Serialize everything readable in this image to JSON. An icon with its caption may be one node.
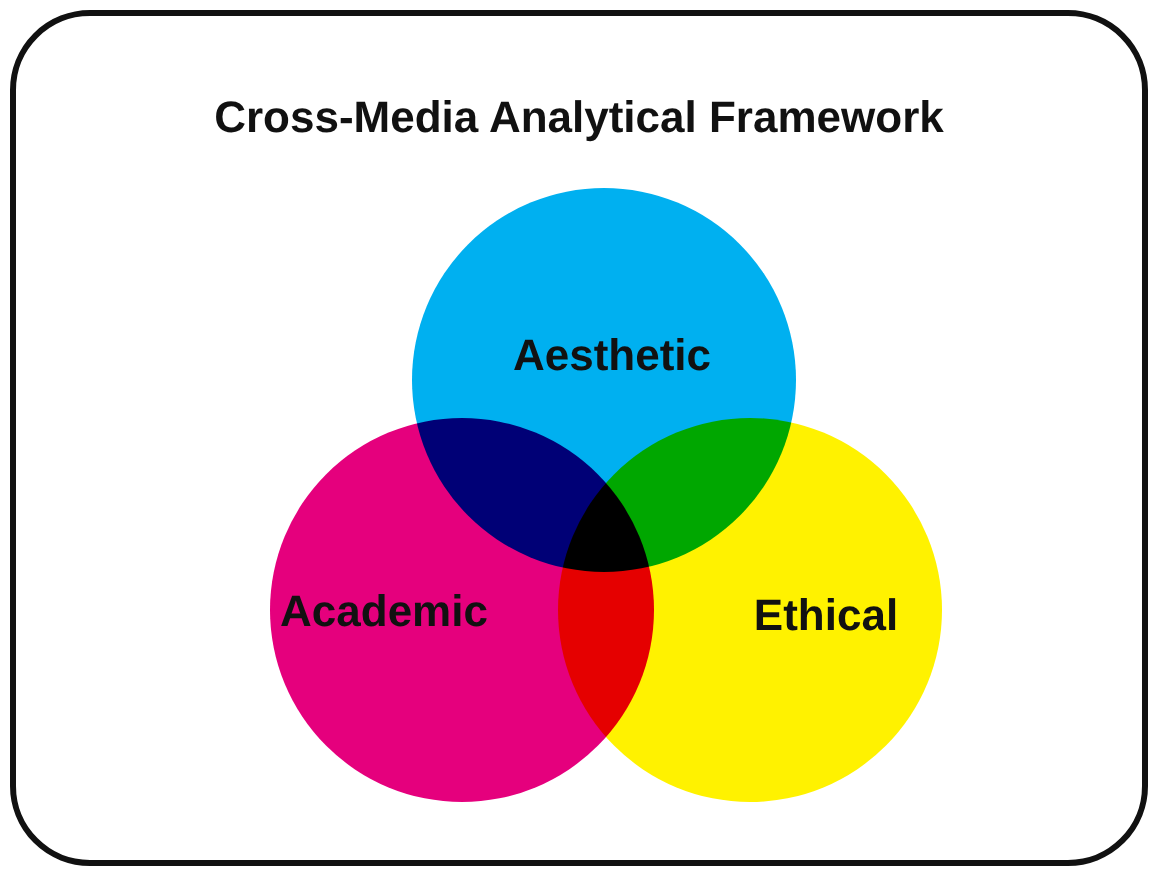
{
  "diagram": {
    "nodes": [
      {
        "text": [
          "Cross-Media Analytical Framework"
        ]
      },
      {
        "text": [
          "Aesthetic"
        ],
        "in": 0
      },
      {
        "text": [
          "Academic"
        ],
        "in": 0
      },
      {
        "text": [
          "Ethical"
        ],
        "in": 0
      }
    ]
  }
}
